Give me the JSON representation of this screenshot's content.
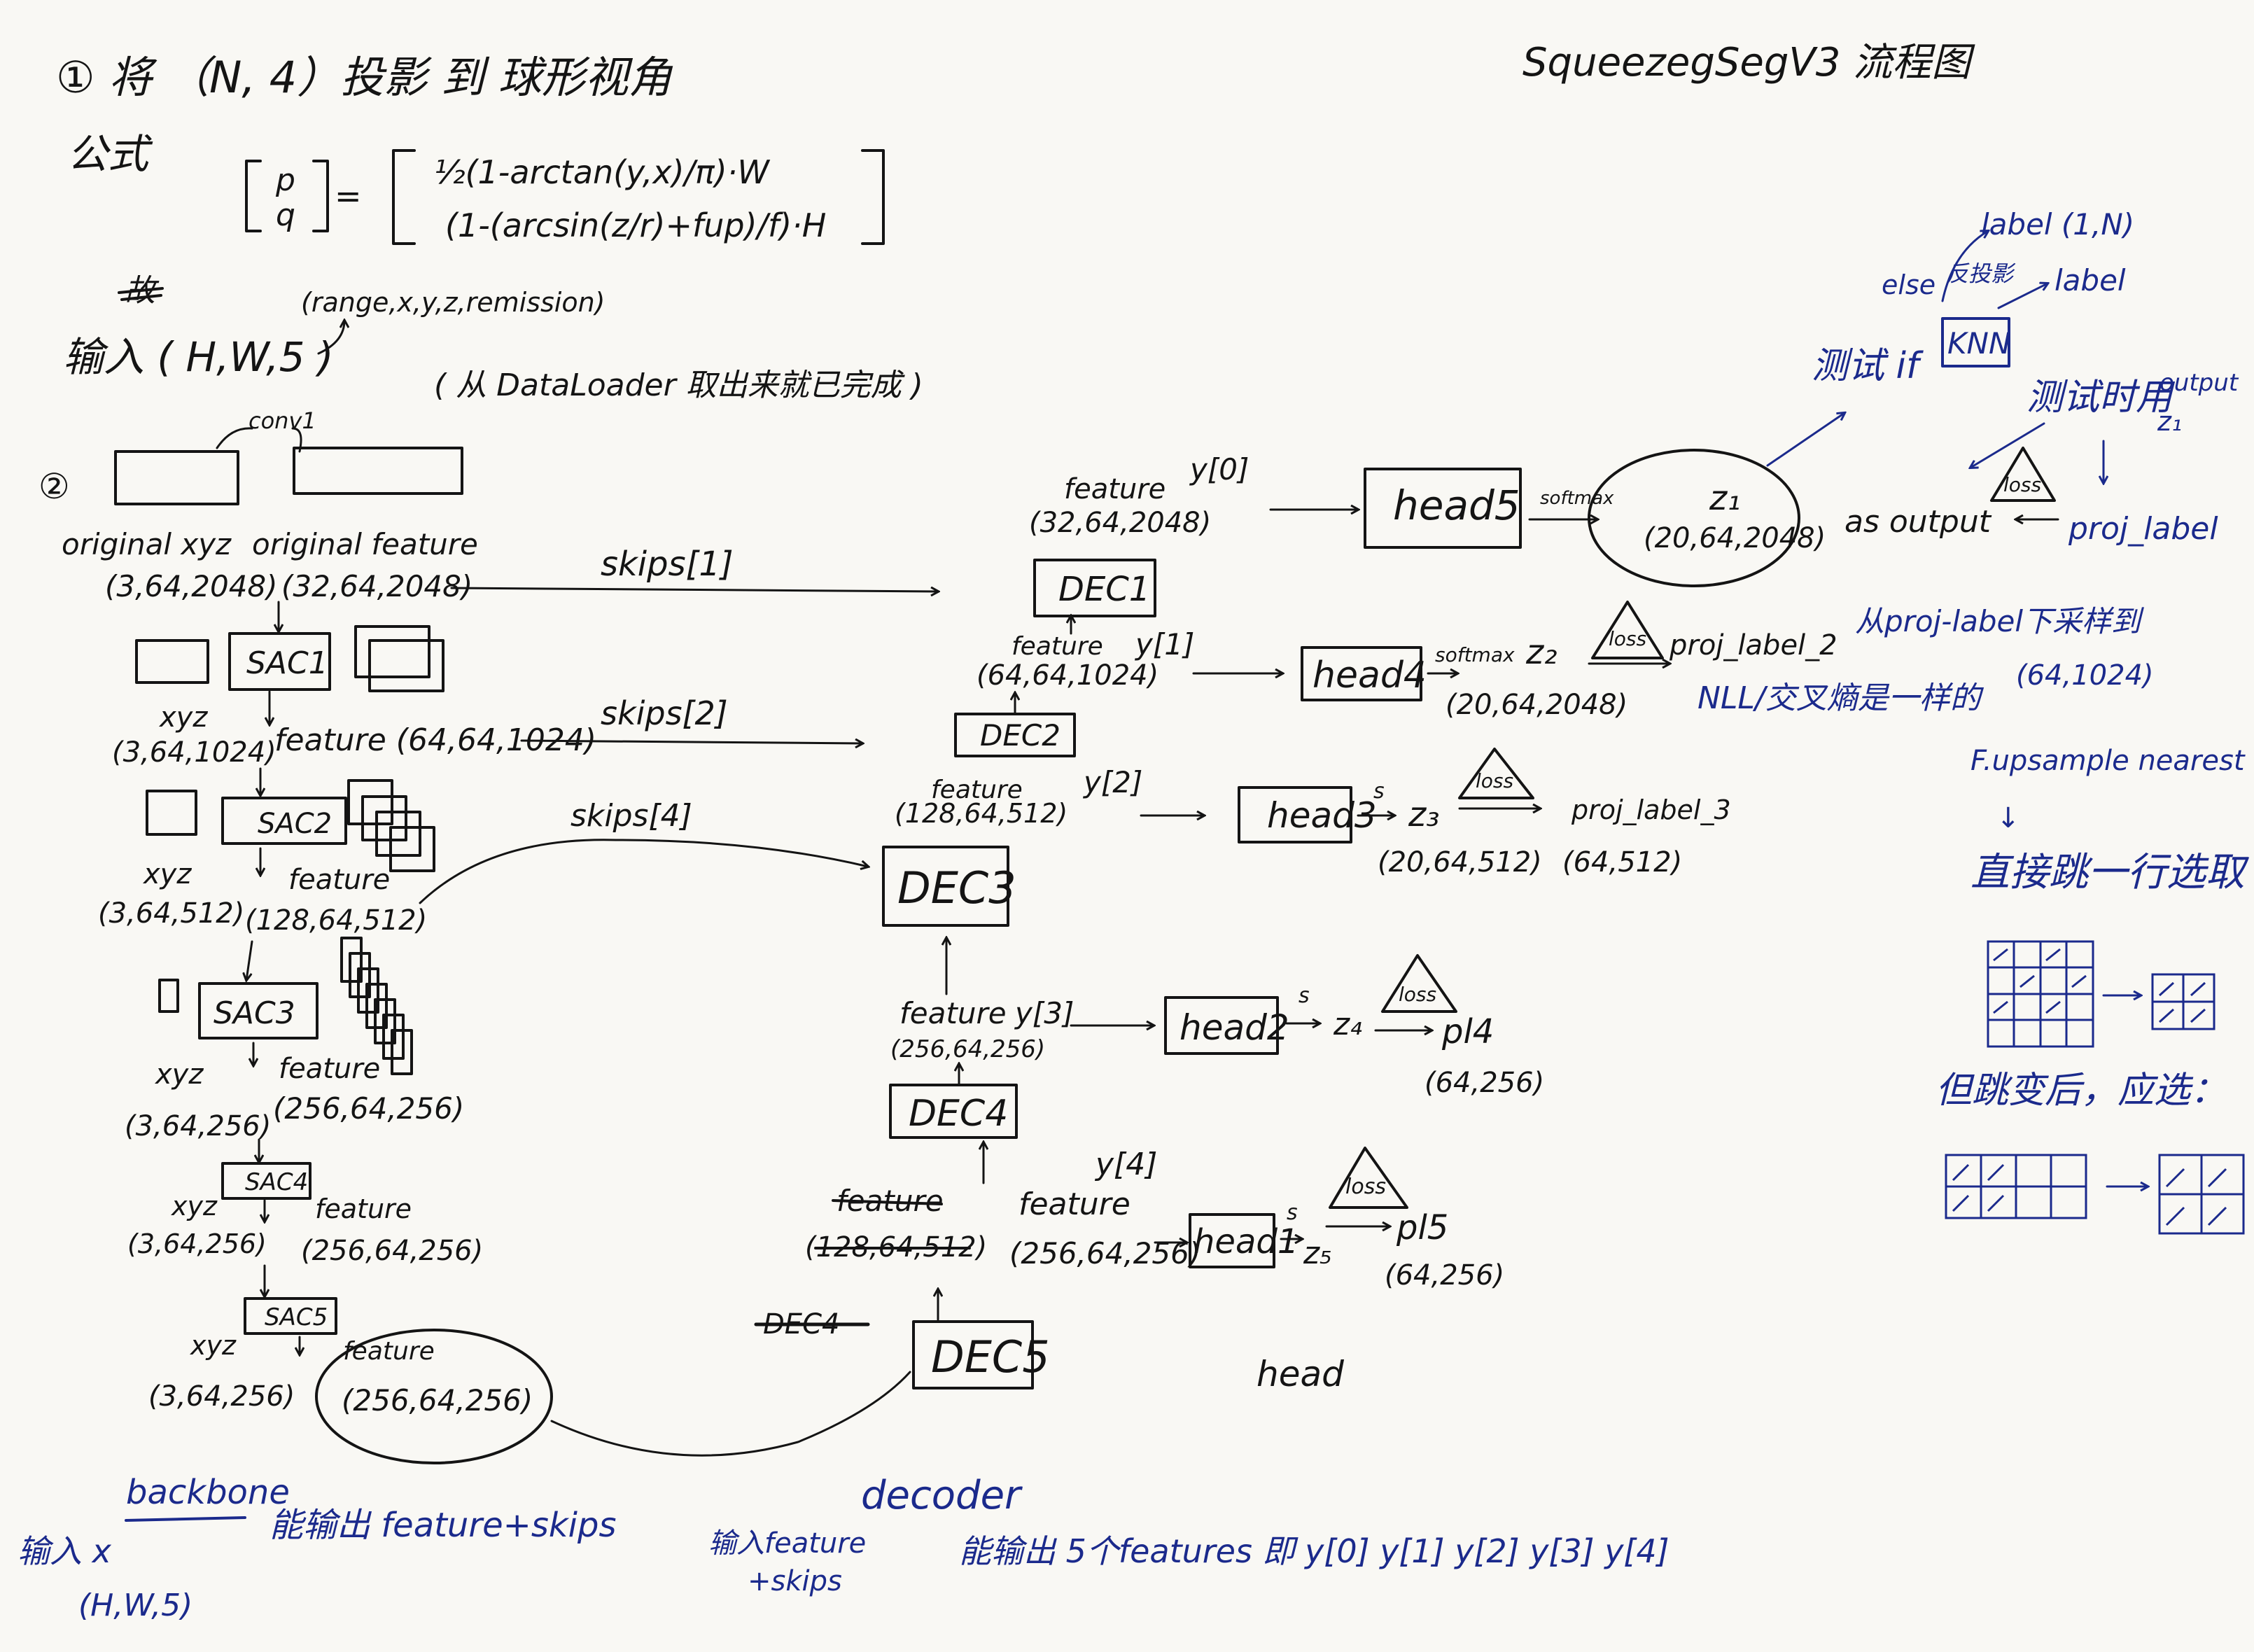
{
  "colors": {
    "paper": "#f9f8f4",
    "ink": "#141414",
    "blue_ink": "#1b2a8c"
  },
  "header": {
    "step1": "① 将 （N, 4）投影 到 球形视角",
    "title": "SqueezegSegV3 流程图",
    "formula_label": "公式",
    "formula_lhs_top": "p",
    "formula_lhs_bottom": "q",
    "formula_row1": "½(1-arctan(y,x)/π)·W",
    "formula_row2": "(1-(arcsin(z/r)+fup)/f)·H",
    "struck_word": "故",
    "input_label": "输入 ( H,W,5 )",
    "input_channels": "(range,x,y,z,remission)",
    "input_note": "( 从 DataLoader 取出来就已完成 )"
  },
  "backbone": {
    "step2": "②",
    "conv_label": "conv1",
    "orig_xyz": "original xyz",
    "orig_xyz_shape": "(3,64,2048)",
    "orig_feat": "original feature",
    "orig_feat_shape": "(32,64,2048)",
    "sac1": "SAC1",
    "xyz1": "xyz",
    "xyz1_shape": "(3,64,1024)",
    "feat1": "feature (64,64,1024)",
    "sac2": "SAC2",
    "xyz2": "xyz",
    "xyz2_shape": "(3,64,512)",
    "feat2": "feature",
    "feat2_shape": "(128,64,512)",
    "sac3": "SAC3",
    "xyz3": "xyz",
    "xyz3_shape": "(3,64,256)",
    "feat3": "feature",
    "feat3_shape": "(256,64,256)",
    "sac4": "SAC4",
    "xyz4": "xyz",
    "xyz4_shape": "(3,64,256)",
    "feat4": "feature",
    "feat4_shape": "(256,64,256)",
    "sac5": "SAC5",
    "xyz5": "xyz",
    "xyz5_shape": "(3,64,256)",
    "feat5": "feature",
    "feat5_shape": "(256,64,256)"
  },
  "skips": {
    "s1": "skips[1]",
    "s2": "skips[2]",
    "s4": "skips[4]"
  },
  "decoder": {
    "dec1": "DEC1",
    "dec2": "DEC2",
    "dec3": "DEC3",
    "dec4": "DEC4",
    "dec5": "DEC5",
    "dec_struck": "DEC4",
    "y0": "y[0]",
    "y1": "y[1]",
    "y2": "y[2]",
    "y3": "y[3]",
    "y4": "y[4]",
    "f0": "feature",
    "f0_shape": "(32,64,2048)",
    "f1": "feature",
    "f1_shape": "(64,64,1024)",
    "f2": "feature",
    "f2_shape": "(128,64,512)",
    "f3": "feature",
    "f3_shape": "(256,64,256)",
    "f4_struck": "feature",
    "f4_struck_shape": "(128,64,512)",
    "f4": "feature",
    "f4_shape": "(256,64,256)"
  },
  "heads": {
    "head5": "head5",
    "head4": "head4",
    "head3": "head3",
    "head2": "head2",
    "head1": "head1",
    "softmax": "softmax",
    "s": "s",
    "z1": "z₁",
    "z1_shape": "(20,64,2048)",
    "z2": "z₂",
    "z2_shape": "(20,64,2048)",
    "z3": "z₃",
    "z3_shape": "(20,64,512)",
    "z4": "z₄",
    "z5": "z₅",
    "loss": "loss",
    "pl2": "proj_label_2",
    "pl3": "proj_label_3",
    "pl3_shape": "(64,512)",
    "pl4": "pl4",
    "pl4_shape": "(64,256)",
    "pl5": "pl5",
    "pl5_shape": "(64,256)",
    "as_output": "as output",
    "proj_label": "proj_label",
    "downsample_note": "从proj-label下采样到",
    "downsample_shape": "(64,1024)",
    "nll": "NLL/交叉熵是一样的",
    "head_caption": "head"
  },
  "right_panel": {
    "label_1n": "label (1,N)",
    "else": "else",
    "reproject": "反投影",
    "label": "label",
    "test_if": "测试 if",
    "knn": "KNN",
    "test_use": "测试时用",
    "output": "output",
    "z1": "z₁",
    "upsample": "F.upsample nearest",
    "direct": "直接跳一行选取",
    "question": "但跳变后，应选：",
    "down_arrow": "↓"
  },
  "footer": {
    "backbone": "backbone",
    "input_x": "输入 x",
    "input_shape": "(H,W,5)",
    "backbone_out": "能输出 feature+skips",
    "decoder": "decoder",
    "decoder_in": "输入feature",
    "decoder_in2": "+skips",
    "decoder_out": "能输出 5个features 即 y[0] y[1] y[2] y[3] y[4]"
  }
}
